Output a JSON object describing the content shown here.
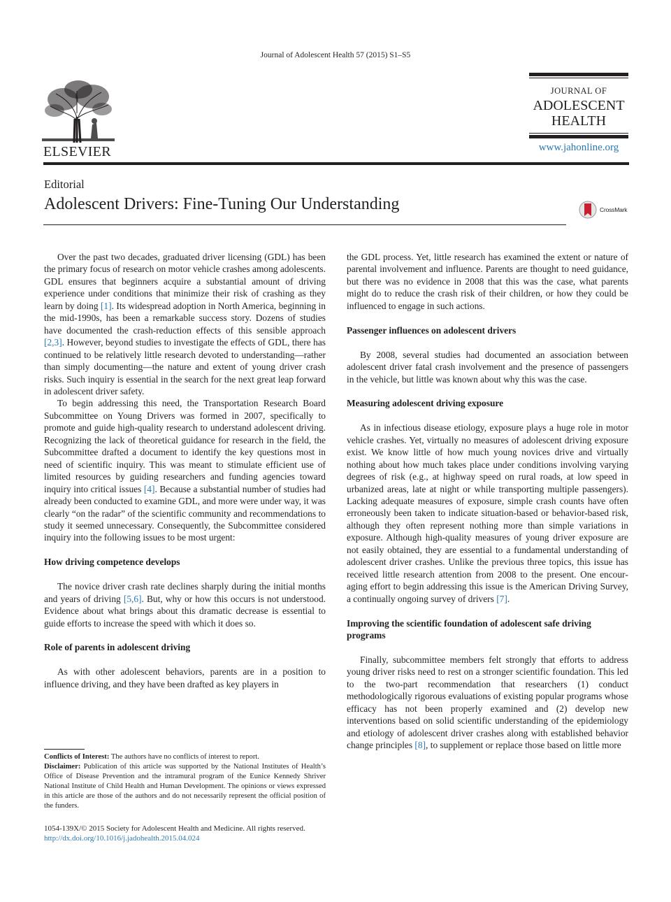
{
  "header": {
    "journal_ref": "Journal of Adolescent Health 57 (2015) S1–S5",
    "publisher": "ELSEVIER",
    "journal_logo": {
      "line1": "JOURNAL OF",
      "line2": "ADOLESCENT",
      "line3": "HEALTH"
    },
    "journal_url": "www.jahonline.org"
  },
  "article": {
    "type": "Editorial",
    "title": "Adolescent Drivers: Fine-Tuning Our Understanding",
    "crossmark_label": "CrossMark"
  },
  "col1": {
    "p1": {
      "t1": "Over the past two decades, graduated driver licensing (GDL) has been the primary focus of research on motor vehicle crashes among adolescents. GDL ensures that beginners acquire a substantial amount of driving experience under conditions that minimize their risk of crashing as they learn by doing ",
      "c1": "[1]",
      "t2": ". Its widespread adoption in North America, beginning in the mid-1990s, has been a remarkable success story. Dozens of studies have documented the crash-reduction effects of this sensible approach ",
      "c2": "[2,3]",
      "t3": ". However, beyond studies to investigate the effects of GDL, there has continued to be relatively little research devoted to under­standing—rather than simply documenting—the nature and extent of young driver crash risks. Such inquiry is essential in the search for the next great leap forward in adolescent driver safety."
    },
    "p2": {
      "t1": "To begin addressing this need, the Transportation Research Board Subcommittee on Young Drivers was formed in 2007, specifically to promote and guide high-quality research to un­derstand adolescent driving. Recognizing the lack of theoretical guidance for research in the field, the Subcommittee drafted a document to identify the key questions most in need of scientific inquiry. This was meant to stimulate efficient use of limited re­sources by guiding researchers and funding agencies toward inquiry into critical issues ",
      "c1": "[4]",
      "t2": ". Because a substantial number of studies had already been conducted to examine GDL, and more were under way, it was clearly “on the radar” of the scientific community and recommendations to study it seemed unnec­essary. Consequently, the Subcommittee considered inquiry into the following issues to be most urgent:"
    },
    "h1": "How driving competence develops",
    "p3": {
      "t1": "The novice driver crash rate declines sharply during the initial months and years of driving ",
      "c1": "[5,6]",
      "t2": ". But, why or how this occurs is not understood. Evidence about what brings about this dramatic decrease is essential to guide efforts to increase the speed with which it does so."
    },
    "h2": "Role of parents in adolescent driving",
    "p4": "As with other adolescent behaviors, parents are in a position to influence driving, and they have been drafted as key players in"
  },
  "col2": {
    "p1": "the GDL process. Yet, little research has examined the extent or nature of parental involvement and influence. Parents are thought to need guidance, but there was no evidence in 2008 that this was the case, what parents might do to reduce the crash risk of their children, or how they could be influenced to engage in such actions.",
    "h1": "Passenger influences on adolescent drivers",
    "p2": "By 2008, several studies had documented an association be­tween adolescent driver fatal crash involvement and the pres­ence of passengers in the vehicle, but little was known about why this was the case.",
    "h2": "Measuring adolescent driving exposure",
    "p3": {
      "t1": "As in infectious disease etiology, exposure plays a huge role in motor vehicle crashes. Yet, virtually no measures of adolescent driving exposure exist. We know little of how much young novices drive and virtually nothing about how much takes place under conditions involving varying degrees of risk (e.g., at highway speed on rural roads, at low speed in urbanized areas, late at night or while transporting multiple passengers). Lacking adequate measures of exposure, simple crash counts have often erroneously been taken to indicate situation-based or behavior-based risk, although they often represent nothing more than simple variations in exposure. Although high-quality measures of young driver exposure are not easily obtained, they are essential to a fundamental understanding of adolescent driver crashes. Unlike the previous three topics, this issue has received little research attention from 2008 to the present. One encour­aging effort to begin addressing this issue is the American Driving Survey, a continually ongoing survey of drivers ",
      "c1": "[7]",
      "t2": "."
    },
    "h3": "Improving the scientific foundation of adolescent safe driving programs",
    "p4": {
      "t1": "Finally, subcommittee members felt strongly that efforts to address young driver risks need to rest on a stronger scientific foundation. This led to the two-part recommendation that re­searchers (1) conduct methodologically rigorous evaluations of existing popular programs whose efficacy has not been properly examined and (2) develop new interventions based on solid sci­entific understanding of the epidemiology and etiology of adolescent driver crashes along with established behavior change principles ",
      "c1": "[8]",
      "t2": ", to supplement or replace those based on little more"
    }
  },
  "footnotes": {
    "coi_label": "Conflicts of Interest:",
    "coi_text": " The authors have no conflicts of interest to report.",
    "disclaimer_label": "Disclaimer:",
    "disclaimer_text": " Publication of this article was supported by the National Institutes of Health’s Office of Disease Prevention and the intramural program of the Eunice Kennedy Shriver National Institute of Child Health and Human Devel­opment. The opinions or views expressed in this article are those of the authors and do not necessarily represent the official position of the funders."
  },
  "copyright": {
    "line": "1054-139X/© 2015 Society for Adolescent Health and Medicine. All rights reserved.",
    "doi": "http://dx.doi.org/10.1016/j.jadohealth.2015.04.024"
  },
  "colors": {
    "link": "#2b78b0",
    "text": "#231f20",
    "crossmark_red": "#c8202f"
  }
}
